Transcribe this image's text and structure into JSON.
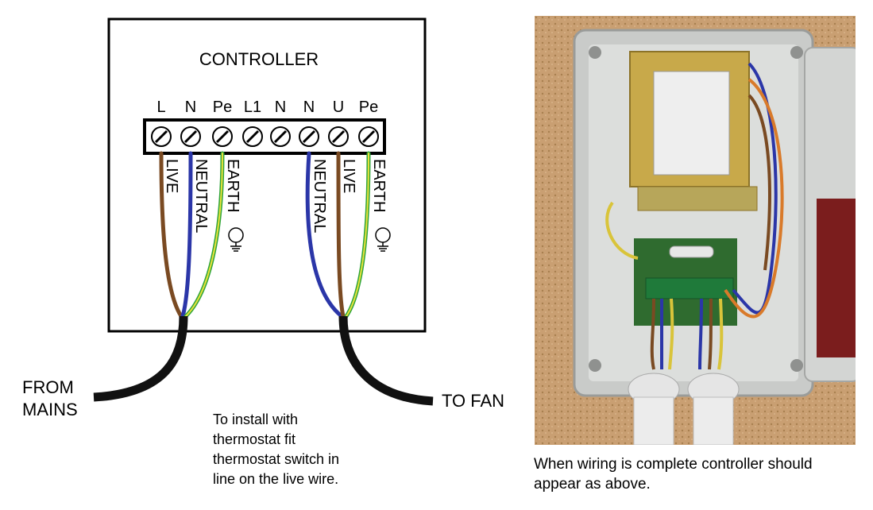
{
  "diagram": {
    "title": "CONTROLLER",
    "terminals": [
      "L",
      "N",
      "Pe",
      "L1",
      "N",
      "N",
      "U",
      "Pe"
    ],
    "left_wires": [
      "LIVE",
      "NEUTRAL",
      "EARTH"
    ],
    "right_wires": [
      "NEUTRAL",
      "LIVE",
      "EARTH"
    ],
    "from_label_1": "FROM",
    "from_label_2": "MAINS",
    "to_label": "TO FAN",
    "install_note": "To install with\nthermostat fit\nthermostat switch in\nline on the live wire."
  },
  "photo": {
    "caption": "When wiring is complete controller should\nappear as above."
  },
  "colors": {
    "live": "#7a4a22",
    "neutral": "#2b36a8",
    "earth_green": "#2ea43a",
    "earth_yellow": "#e8e23a",
    "cable": "#111111"
  }
}
